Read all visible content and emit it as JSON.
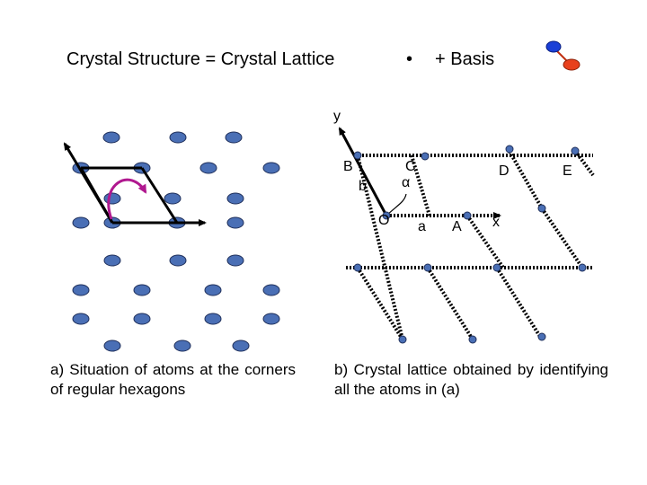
{
  "title": {
    "left": "Crystal Structure = Crystal Lattice",
    "bullet": "•",
    "right": "+ Basis"
  },
  "lattice_labels": {
    "y": "y",
    "B": "B",
    "b": "b",
    "C": "C",
    "alpha": "α",
    "D": "D",
    "E": "E",
    "O": "O",
    "a": "a",
    "A": "A",
    "x": "x"
  },
  "captions": {
    "a": "a)  Situation  of  atoms  at  the corners of regular hexagons",
    "b": "b)  Crystal  lattice  obtained  by identifying  all the atoms  in (a)"
  },
  "colors": {
    "atom_fill": "#4a6fb5",
    "atom_stroke": "#1f2f5a",
    "basis_blue": "#1a3fd6",
    "basis_red": "#e8401c",
    "arc": "#b0188f",
    "line": "#000000"
  }
}
